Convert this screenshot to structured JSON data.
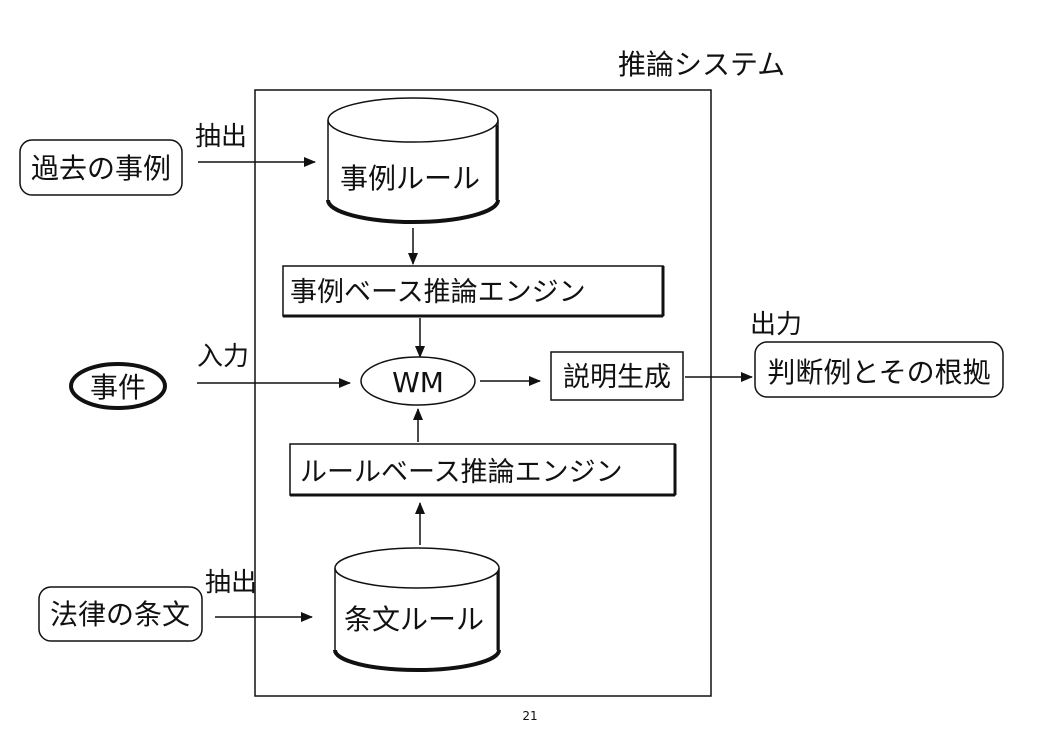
{
  "system": {
    "title": "推論システム"
  },
  "inputs": {
    "past_cases": {
      "label": "過去の事例",
      "edge_label": "抽出"
    },
    "incident": {
      "label": "事件",
      "edge_label": "入力"
    },
    "law_articles": {
      "label": "法律の条文",
      "edge_label": "抽出"
    }
  },
  "nodes": {
    "case_rules": "事例ルール",
    "case_engine": "事例ベース推論エンジン",
    "wm": "WM",
    "explanation": "説明生成",
    "rule_engine": "ルールベース推論エンジン",
    "article_rules": "条文ルール"
  },
  "output": {
    "edge_label": "出力",
    "label": "判断例とその根拠"
  },
  "page_number": "21"
}
